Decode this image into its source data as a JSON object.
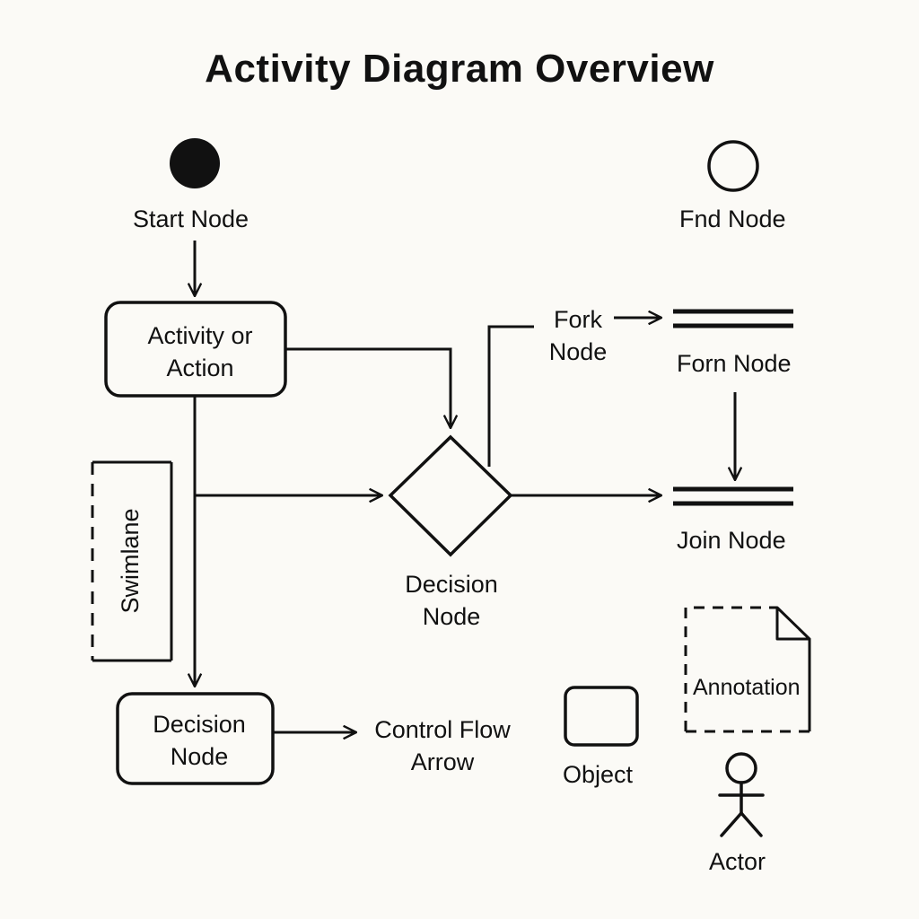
{
  "title": "Activity Diagram Overview",
  "colors": {
    "background": "#fbfaf6",
    "ink": "#111111"
  },
  "nodes": {
    "start": {
      "label": "Start Node",
      "shape": "filled-circle"
    },
    "end": {
      "label": "Fnd Node",
      "shape": "hollow-circle"
    },
    "activity": {
      "line1": "Activity or",
      "line2": "Action",
      "shape": "rounded-rectangle"
    },
    "fork_annotation": {
      "line1": "Fork",
      "line2": "Node"
    },
    "fork": {
      "label": "Forn Node",
      "shape": "double-bar"
    },
    "decision": {
      "line1": "Decision",
      "line2": "Node",
      "shape": "diamond"
    },
    "join": {
      "label": "Join Node",
      "shape": "double-bar"
    },
    "swimlane": {
      "label": "Swimlane",
      "shape": "dashed-partial-rectangle"
    },
    "decision_box": {
      "line1": "Decision",
      "line2": "Node",
      "shape": "rounded-rectangle"
    },
    "control_flow": {
      "line1": "Control Flow",
      "line2": "Arrow"
    },
    "object": {
      "label": "Object",
      "shape": "rounded-square"
    },
    "annotation": {
      "label": "Annotation",
      "shape": "dashed-note"
    },
    "actor": {
      "label": "Actor",
      "shape": "stick-figure"
    }
  }
}
